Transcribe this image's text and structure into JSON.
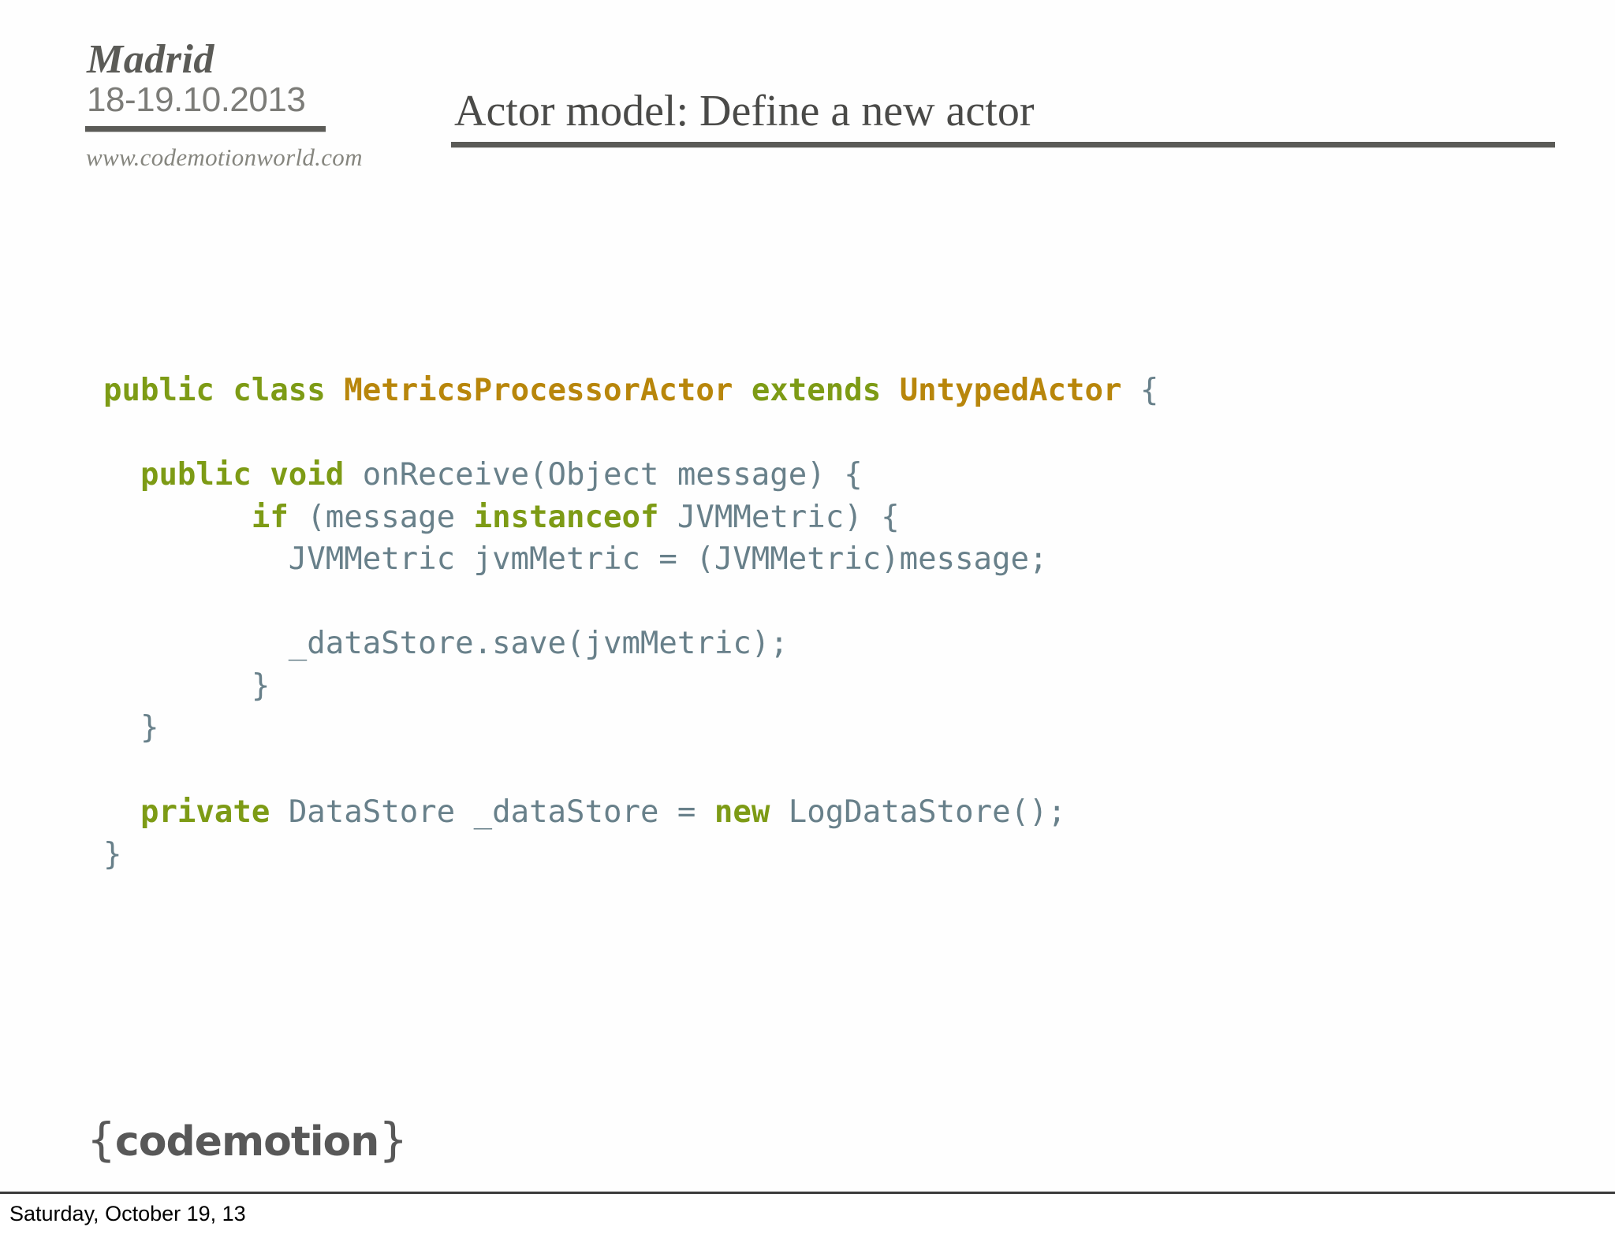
{
  "slide": {
    "title": "Actor model: Define a new actor",
    "background_color": "#fefefe"
  },
  "brand": {
    "city": "Madrid",
    "dates": "18-19.10.2013",
    "url": "www.codemotionworld.com",
    "rule_color": "#5b5b57"
  },
  "footer": {
    "logo_open_brace": "{",
    "logo_word": "codemotion",
    "logo_close_brace": "}",
    "date": "Saturday, October 19, 13"
  },
  "colors": {
    "keyword": "#7d9b15",
    "type": "#b8860b",
    "plain": "#68808a",
    "title": "#4a4a48"
  },
  "code": {
    "language": "java",
    "lines": [
      {
        "indent": 0,
        "tokens": [
          {
            "t": "public class ",
            "k": "kw"
          },
          {
            "t": "MetricsProcessorActor",
            "k": "type"
          },
          {
            "t": " ",
            "k": "pl"
          },
          {
            "t": "extends",
            "k": "kw"
          },
          {
            "t": " ",
            "k": "pl"
          },
          {
            "t": "UntypedActor",
            "k": "type"
          },
          {
            "t": " {",
            "k": "pl"
          }
        ]
      },
      {
        "indent": 0,
        "tokens": []
      },
      {
        "indent": 0,
        "tokens": [
          {
            "t": "  ",
            "k": "pl"
          },
          {
            "t": "public void",
            "k": "kw"
          },
          {
            "t": " onReceive(Object message) {",
            "k": "pl"
          }
        ]
      },
      {
        "indent": 0,
        "tokens": [
          {
            "t": "        ",
            "k": "pl"
          },
          {
            "t": "if",
            "k": "kw"
          },
          {
            "t": " (message ",
            "k": "pl"
          },
          {
            "t": "instanceof",
            "k": "kw"
          },
          {
            "t": " JVMMetric) {",
            "k": "pl"
          }
        ]
      },
      {
        "indent": 0,
        "tokens": [
          {
            "t": "          JVMMetric jvmMetric = (JVMMetric)message;",
            "k": "pl"
          }
        ]
      },
      {
        "indent": 0,
        "tokens": []
      },
      {
        "indent": 0,
        "tokens": [
          {
            "t": "          _dataStore.save(jvmMetric);",
            "k": "pl"
          }
        ]
      },
      {
        "indent": 0,
        "tokens": [
          {
            "t": "        }",
            "k": "pl"
          }
        ]
      },
      {
        "indent": 0,
        "tokens": [
          {
            "t": "  }",
            "k": "pl"
          }
        ]
      },
      {
        "indent": 0,
        "tokens": []
      },
      {
        "indent": 0,
        "tokens": [
          {
            "t": "  ",
            "k": "pl"
          },
          {
            "t": "private",
            "k": "kw"
          },
          {
            "t": " DataStore _dataStore = ",
            "k": "pl"
          },
          {
            "t": "new",
            "k": "kw"
          },
          {
            "t": " LogDataStore();",
            "k": "pl"
          }
        ]
      },
      {
        "indent": 0,
        "tokens": [
          {
            "t": "}",
            "k": "pl"
          }
        ]
      }
    ]
  }
}
